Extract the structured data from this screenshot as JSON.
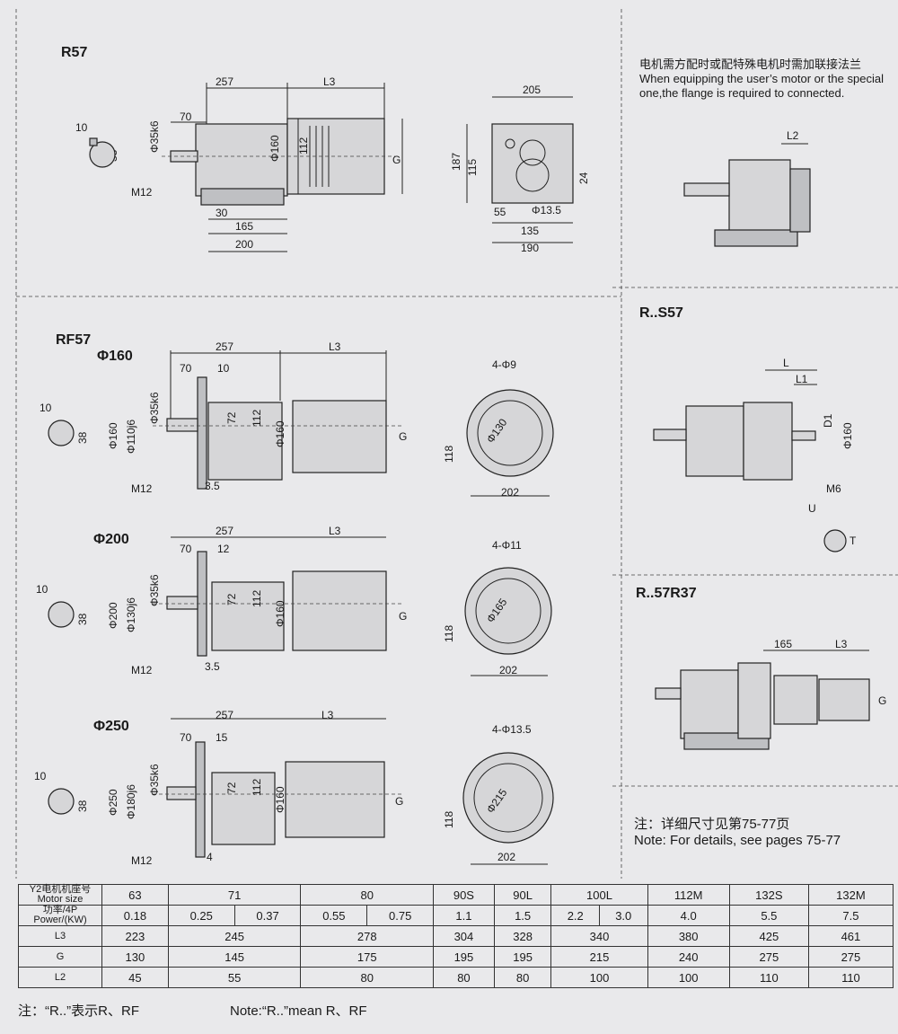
{
  "sections": {
    "r57": "R57",
    "rf57": "RF57",
    "phi160": "Φ160",
    "phi200": "Φ200",
    "phi250": "Φ250",
    "rs57": "R..S57",
    "r57r37": "R..57R37"
  },
  "special_motor": {
    "cn": "电机需方配时或配特殊电机时需加联接法兰",
    "en1": "When equipping the user’s motor or the special",
    "en2": "one,the flange is required to connected."
  },
  "details": {
    "cn": "注：详细尺寸见第75-77页",
    "en": "Note: For details, see pages 75-77"
  },
  "dims": {
    "d257": "257",
    "dL3": "L3",
    "d70": "70",
    "d10": "10",
    "d38": "38",
    "d35k6": "Φ35k6",
    "d112": "112",
    "d160": "Φ160",
    "dG": "G",
    "dM12": "M12",
    "d30": "30",
    "d165": "165",
    "d200": "200",
    "d205": "205",
    "d187": "187",
    "d115": "115",
    "d24": "24",
    "d55": "55",
    "d135h": "Φ13.5",
    "d135": "135",
    "d190": "190",
    "dL2": "L2",
    "d4phi9": "4-Φ9",
    "d4phi11": "4-Φ11",
    "d4phi135": "4-Φ13.5",
    "d130": "Φ130",
    "d165c": "Φ165",
    "d215": "Φ215",
    "d118": "118",
    "d202": "202",
    "d35": "3.5",
    "d4": "4",
    "d12": "12",
    "d15": "15",
    "d72": "72",
    "d110j6": "Φ110j6",
    "d130j6": "Φ130j6",
    "d180j6": "Φ180j6",
    "d200p": "Φ200",
    "d250p": "Φ250",
    "d160p": "Φ160",
    "dL": "L",
    "dL1": "L1",
    "dD1": "D1",
    "dM6": "M6",
    "dU": "U",
    "dT": "T"
  },
  "table": {
    "headers": [
      {
        "cn": "Y2电机机座号",
        "en": "Motor size"
      },
      {
        "cn": "功率/4P",
        "en": "Power/(KW)"
      },
      {
        "cn": "L3"
      },
      {
        "cn": "G"
      },
      {
        "cn": "L2"
      }
    ],
    "motor_size": [
      "63",
      "71",
      "80",
      "90S",
      "90L",
      "100L",
      "112M",
      "132S",
      "132M"
    ],
    "power": [
      "0.18",
      "0.25",
      "0.37",
      "0.55",
      "0.75",
      "1.1",
      "1.5",
      "2.2",
      "3.0",
      "4.0",
      "5.5",
      "7.5"
    ],
    "L3": [
      "223",
      "245",
      "278",
      "304",
      "328",
      "340",
      "380",
      "425",
      "461"
    ],
    "G": [
      "130",
      "145",
      "175",
      "195",
      "195",
      "215",
      "240",
      "275",
      "275"
    ],
    "L2": [
      "45",
      "55",
      "80",
      "80",
      "80",
      "100",
      "100",
      "110",
      "110"
    ]
  },
  "footer": {
    "cn": "注：“R..”表示R、RF",
    "en": "Note:“R..”mean R、RF"
  }
}
